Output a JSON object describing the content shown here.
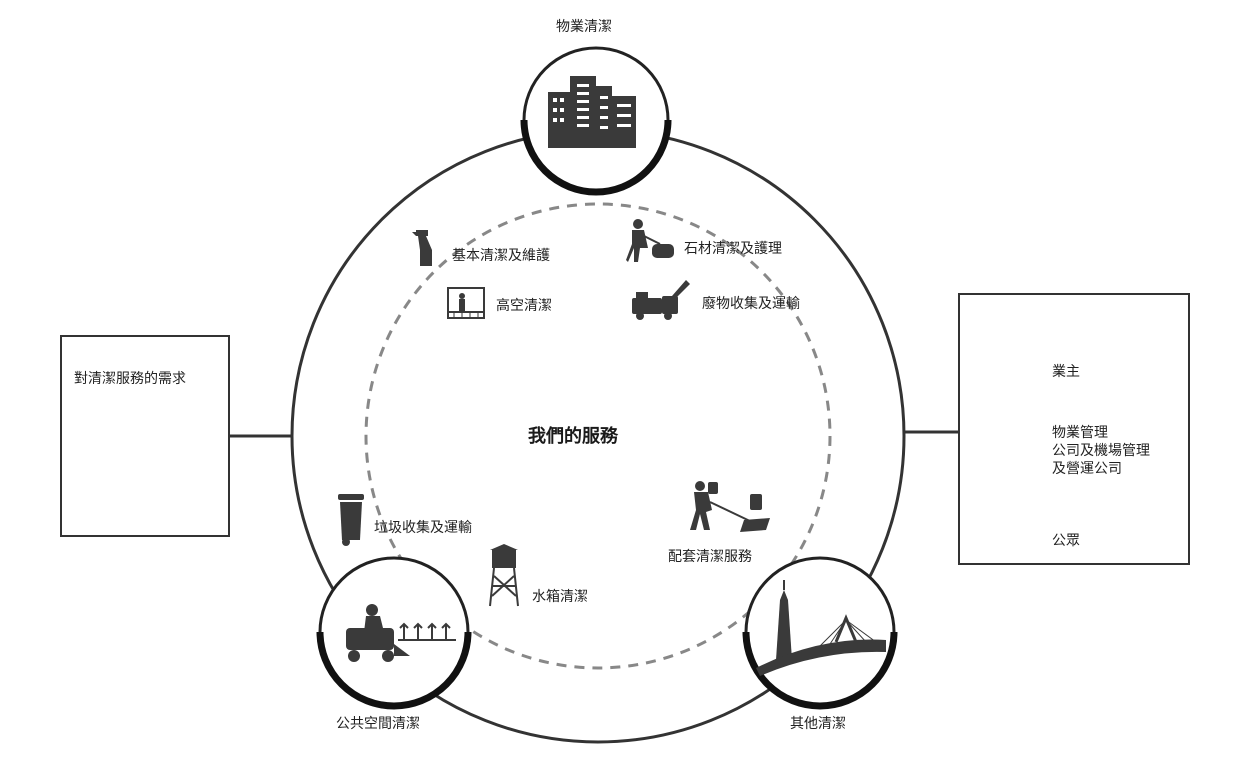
{
  "center": {
    "title": "我們的服務"
  },
  "nodes": {
    "top": "物業清潔",
    "bottom_left": "公共空間清潔",
    "bottom_right": "其他清潔"
  },
  "services": [
    {
      "label": "基本清潔及維護",
      "icon": "spray-bottle-icon"
    },
    {
      "label": "高空清潔",
      "icon": "window-cleaning-icon"
    },
    {
      "label": "石材清潔及護理",
      "icon": "floor-polisher-icon"
    },
    {
      "label": "廢物收集及運輸",
      "icon": "garbage-truck-icon"
    },
    {
      "label": "垃圾收集及運輸",
      "icon": "trash-bin-icon"
    },
    {
      "label": "水箱清潔",
      "icon": "water-tower-icon"
    },
    {
      "label": "配套清潔服務",
      "icon": "pest-spraying-icon"
    }
  ],
  "left_panel": {
    "title": "對清潔服務的需求"
  },
  "right_panel": {
    "clients": [
      {
        "label": "業主",
        "icon": "owners-icon"
      },
      {
        "label_lines": [
          "物業管理",
          "公司及機場管理",
          "及營運公司"
        ],
        "icon": "handshake-house-icon"
      },
      {
        "label": "公眾",
        "icon": "crowd-icon"
      }
    ]
  }
}
